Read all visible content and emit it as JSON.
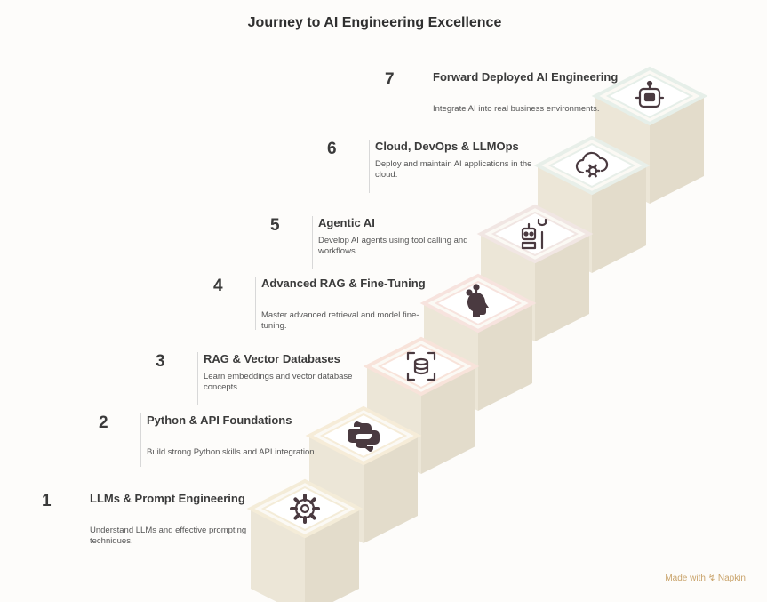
{
  "title": "Journey to AI Engineering Excellence",
  "steps": [
    {
      "num": "1",
      "title": "LLMs & Prompt Engineering",
      "desc": "Understand LLMs and effective prompting techniques.",
      "icon": "gear-icon",
      "color": "#f4ecd8"
    },
    {
      "num": "2",
      "title": "Python & API Foundations",
      "desc": "Build strong Python skills and API integration.",
      "icon": "python-icon",
      "color": "#f6ecd8"
    },
    {
      "num": "3",
      "title": "RAG & Vector Databases",
      "desc": "Learn embeddings and vector database concepts.",
      "icon": "database-scan-icon",
      "color": "#f8e3da"
    },
    {
      "num": "4",
      "title": "Advanced RAG & Fine-Tuning",
      "desc": "Master advanced retrieval and model fine-tuning.",
      "icon": "brain-head-icon",
      "color": "#f7e3de"
    },
    {
      "num": "5",
      "title": "Agentic AI",
      "desc": "Develop AI agents using tool calling and workflows.",
      "icon": "robot-tool-icon",
      "color": "#f1e6e3"
    },
    {
      "num": "6",
      "title": "Cloud, DevOps & LLMOps",
      "desc": "Deploy and maintain AI applications in the cloud.",
      "icon": "cloud-gear-icon",
      "color": "#e8efe9"
    },
    {
      "num": "7",
      "title": "Forward Deployed AI Engineering",
      "desc": "Integrate AI into real business environments.",
      "icon": "robot-icon",
      "color": "#e6efe9"
    }
  ],
  "footer": {
    "made_with": "Made with",
    "brand": "Napkin"
  }
}
